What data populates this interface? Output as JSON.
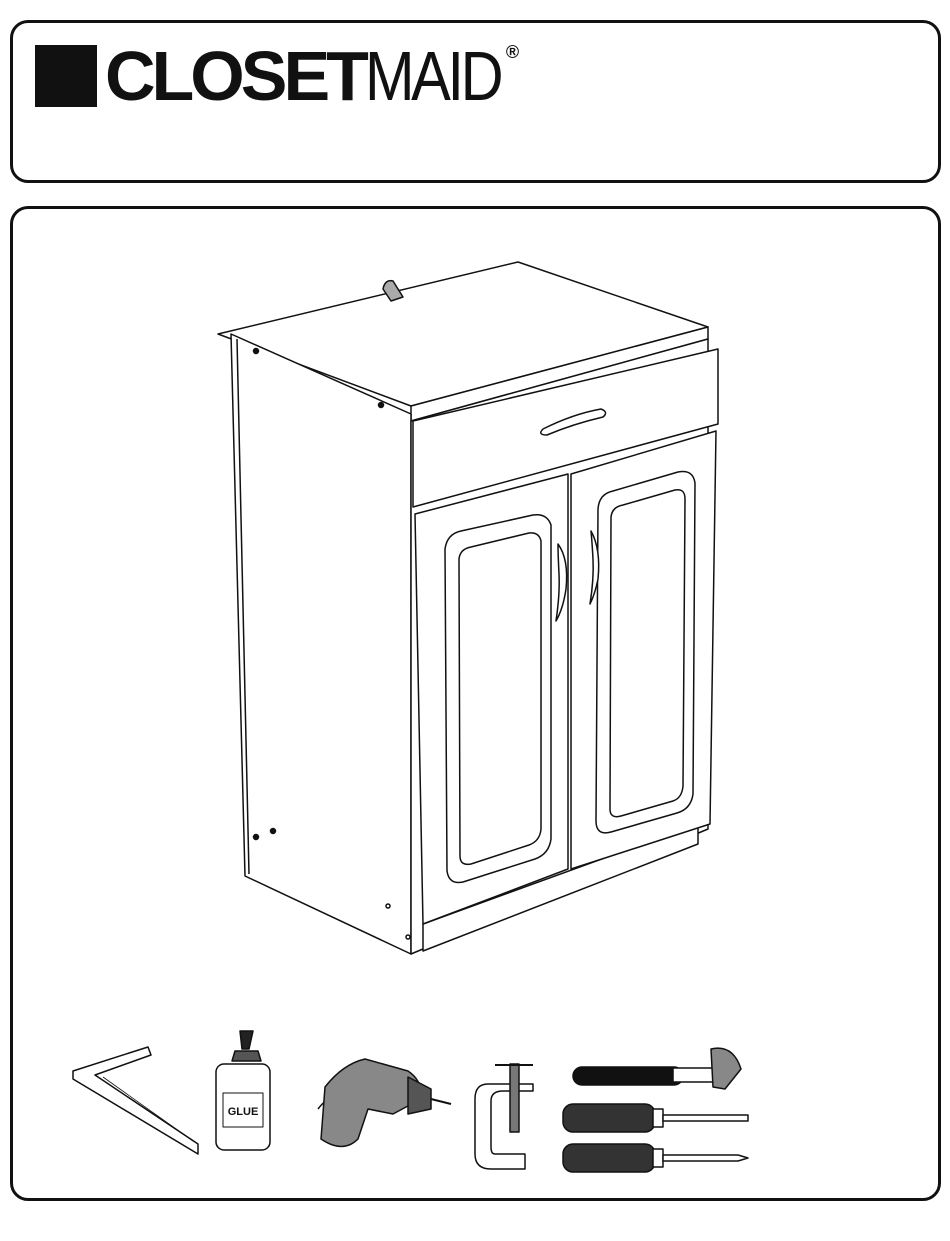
{
  "brand": {
    "name_bold": "CLOSET",
    "name_light": "MAID",
    "registered_mark": "®"
  },
  "tools": {
    "glue_label": "GLUE",
    "icons": [
      "carpenter-square-icon",
      "glue-bottle-icon",
      "power-drill-icon",
      "c-clamp-icon",
      "hammer-icon",
      "flathead-screwdriver-icon",
      "phillips-screwdriver-icon"
    ]
  }
}
